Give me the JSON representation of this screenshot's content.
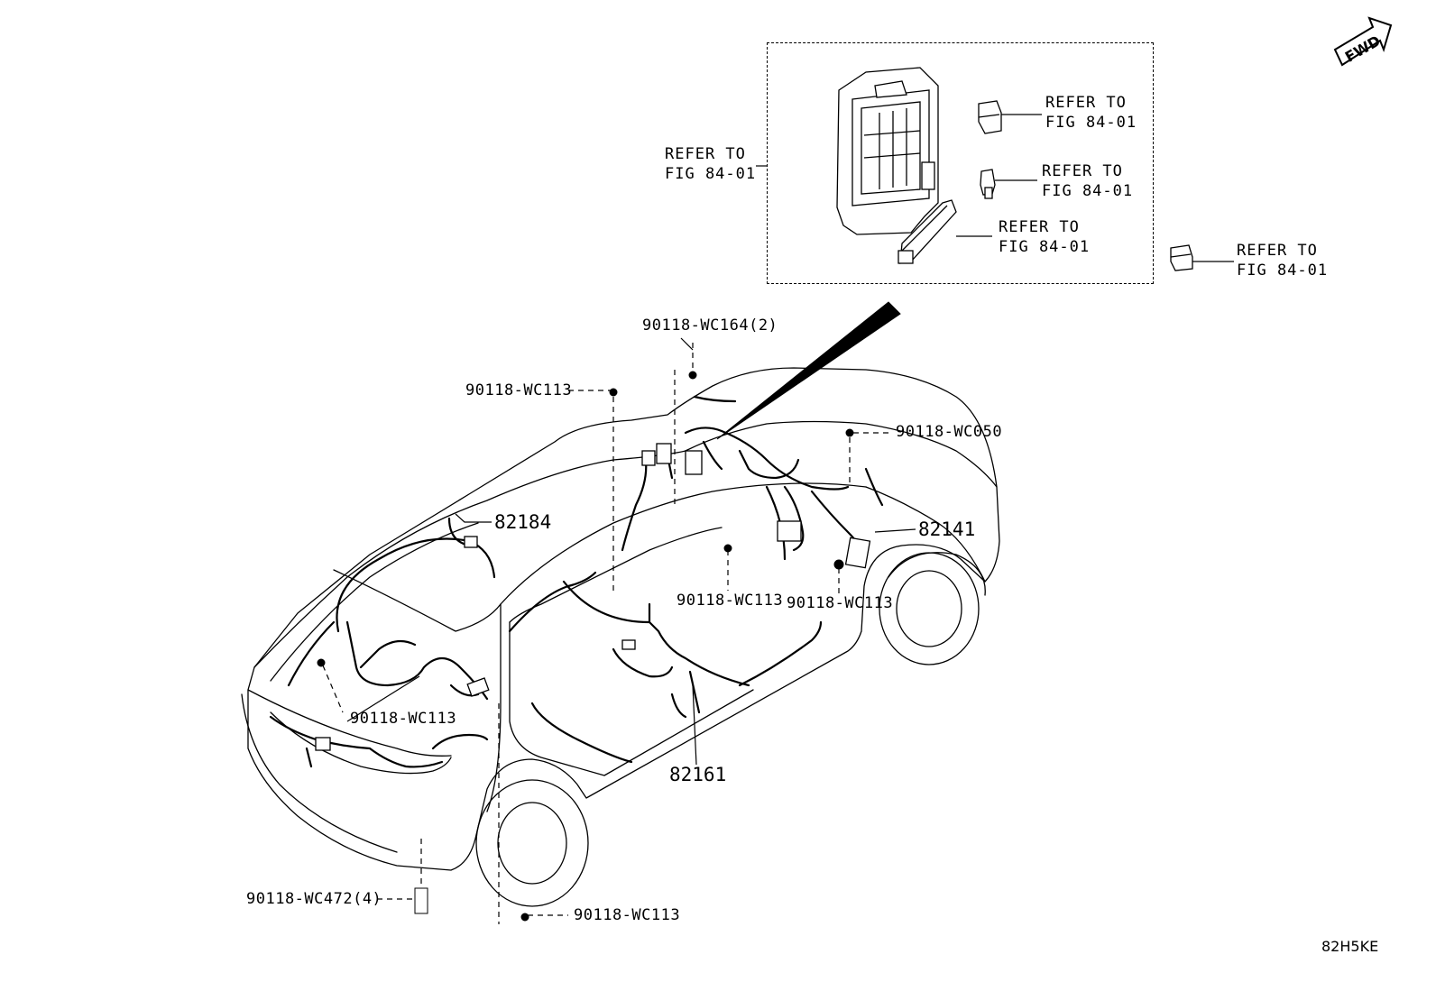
{
  "fwd_indicator": "FWD",
  "refer_labels": [
    {
      "line1": "REFER TO",
      "line2": "FIG 84-01"
    },
    {
      "line1": "REFER TO",
      "line2": "FIG 84-01"
    },
    {
      "line1": "REFER TO",
      "line2": "FIG 84-01"
    },
    {
      "line1": "REFER TO",
      "line2": "FIG 84-01"
    },
    {
      "line1": "REFER TO",
      "line2": "FIG 84-01"
    }
  ],
  "harness_parts": [
    "82184",
    "82141",
    "82161"
  ],
  "fastener_labels": [
    "90118-WC164(2)",
    "90118-WC113",
    "90118-WC050",
    "90118-WC113",
    "90118-WC113",
    "90118-WC113",
    "90118-WC472(4)",
    "90118-WC113"
  ],
  "catalog_id": "82H5KE"
}
